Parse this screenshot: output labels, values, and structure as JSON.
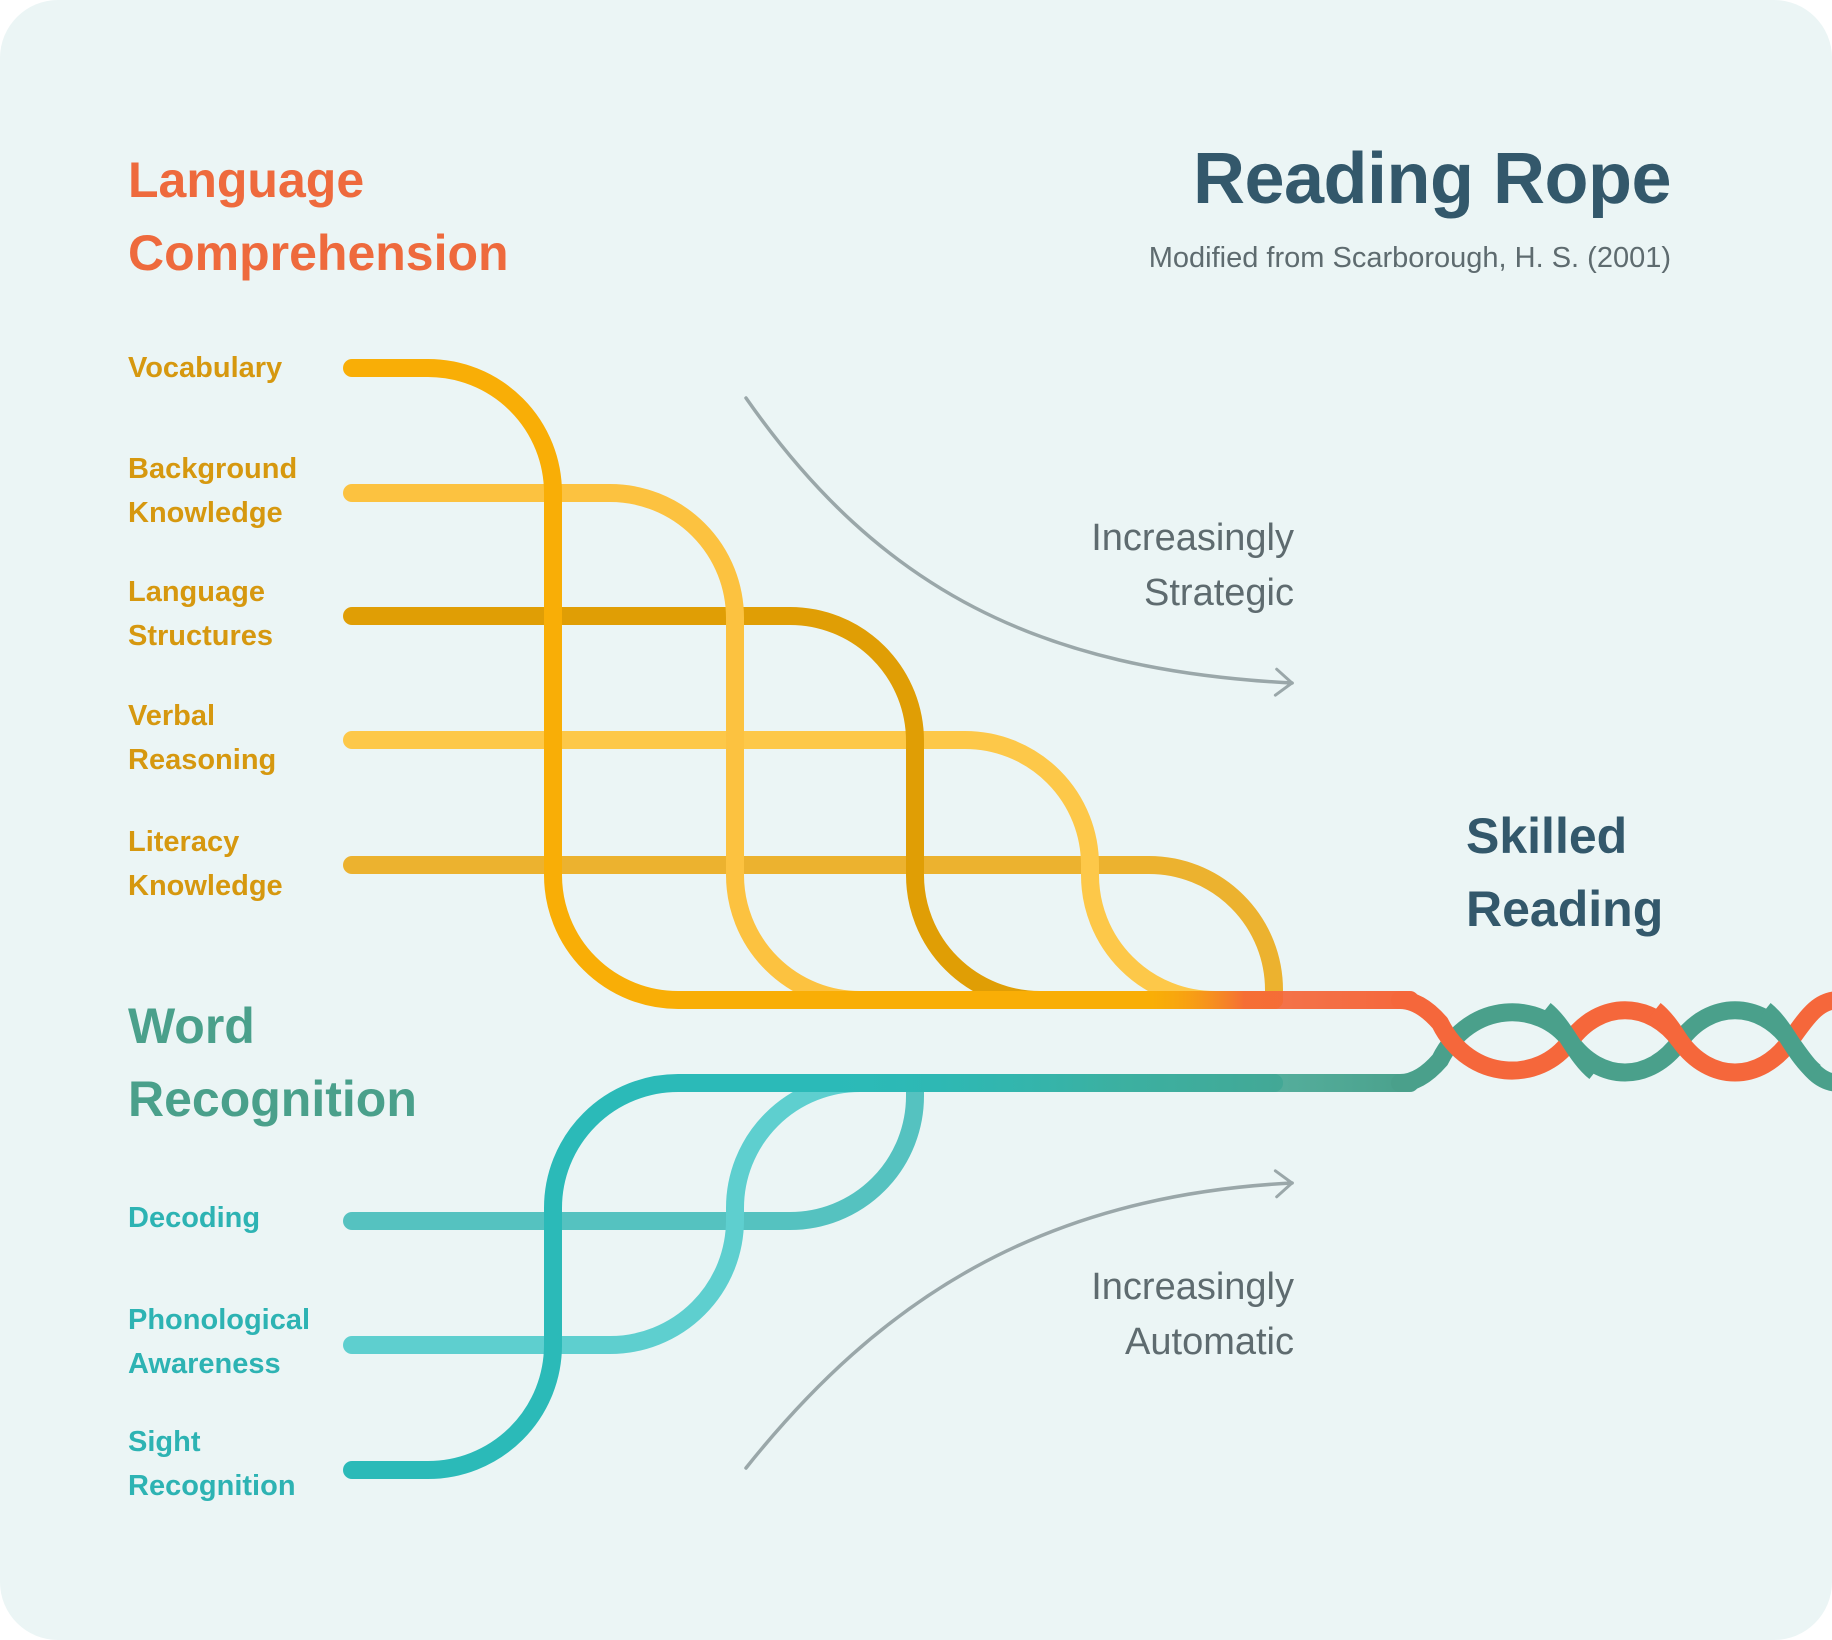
{
  "title": "Reading Rope",
  "subtitle": "Modified from Scarborough, H. S. (2001)",
  "language_comprehension": {
    "label_line1": "Language",
    "label_line2": "Comprehension",
    "color": "#ee6a3d",
    "strands": [
      {
        "line1": "Vocabulary",
        "line2": "",
        "color": "#f9ae06"
      },
      {
        "line1": "Background",
        "line2": "Knowledge",
        "color": "#fcc240"
      },
      {
        "line1": "Language",
        "line2": "Structures",
        "color": "#e09e05"
      },
      {
        "line1": "Verbal",
        "line2": "Reasoning",
        "color": "#fdc849"
      },
      {
        "line1": "Literacy",
        "line2": "Knowledge",
        "color": "#ecb22f"
      }
    ]
  },
  "word_recognition": {
    "label_line1": "Word",
    "label_line2": "Recognition",
    "color": "#4aa08b",
    "strands": [
      {
        "line1": "Decoding",
        "line2": "",
        "color": "#55c2c0"
      },
      {
        "line1": "Phonological",
        "line2": "Awareness",
        "color": "#5ecfcf"
      },
      {
        "line1": "Sight",
        "line2": "Recognition",
        "color": "#2bbab8"
      }
    ]
  },
  "annotations": {
    "strategic_line1": "Increasingly",
    "strategic_line2": "Strategic",
    "automatic_line1": "Increasingly",
    "automatic_line2": "Automatic"
  },
  "outcome": {
    "line1": "Skilled",
    "line2": "Reading"
  },
  "colors": {
    "background": "#ebf5f5",
    "heading": "#33586b",
    "arrow": "#9aa7a9",
    "braid_orange": "#f5673b",
    "braid_green": "#4aa08b"
  }
}
